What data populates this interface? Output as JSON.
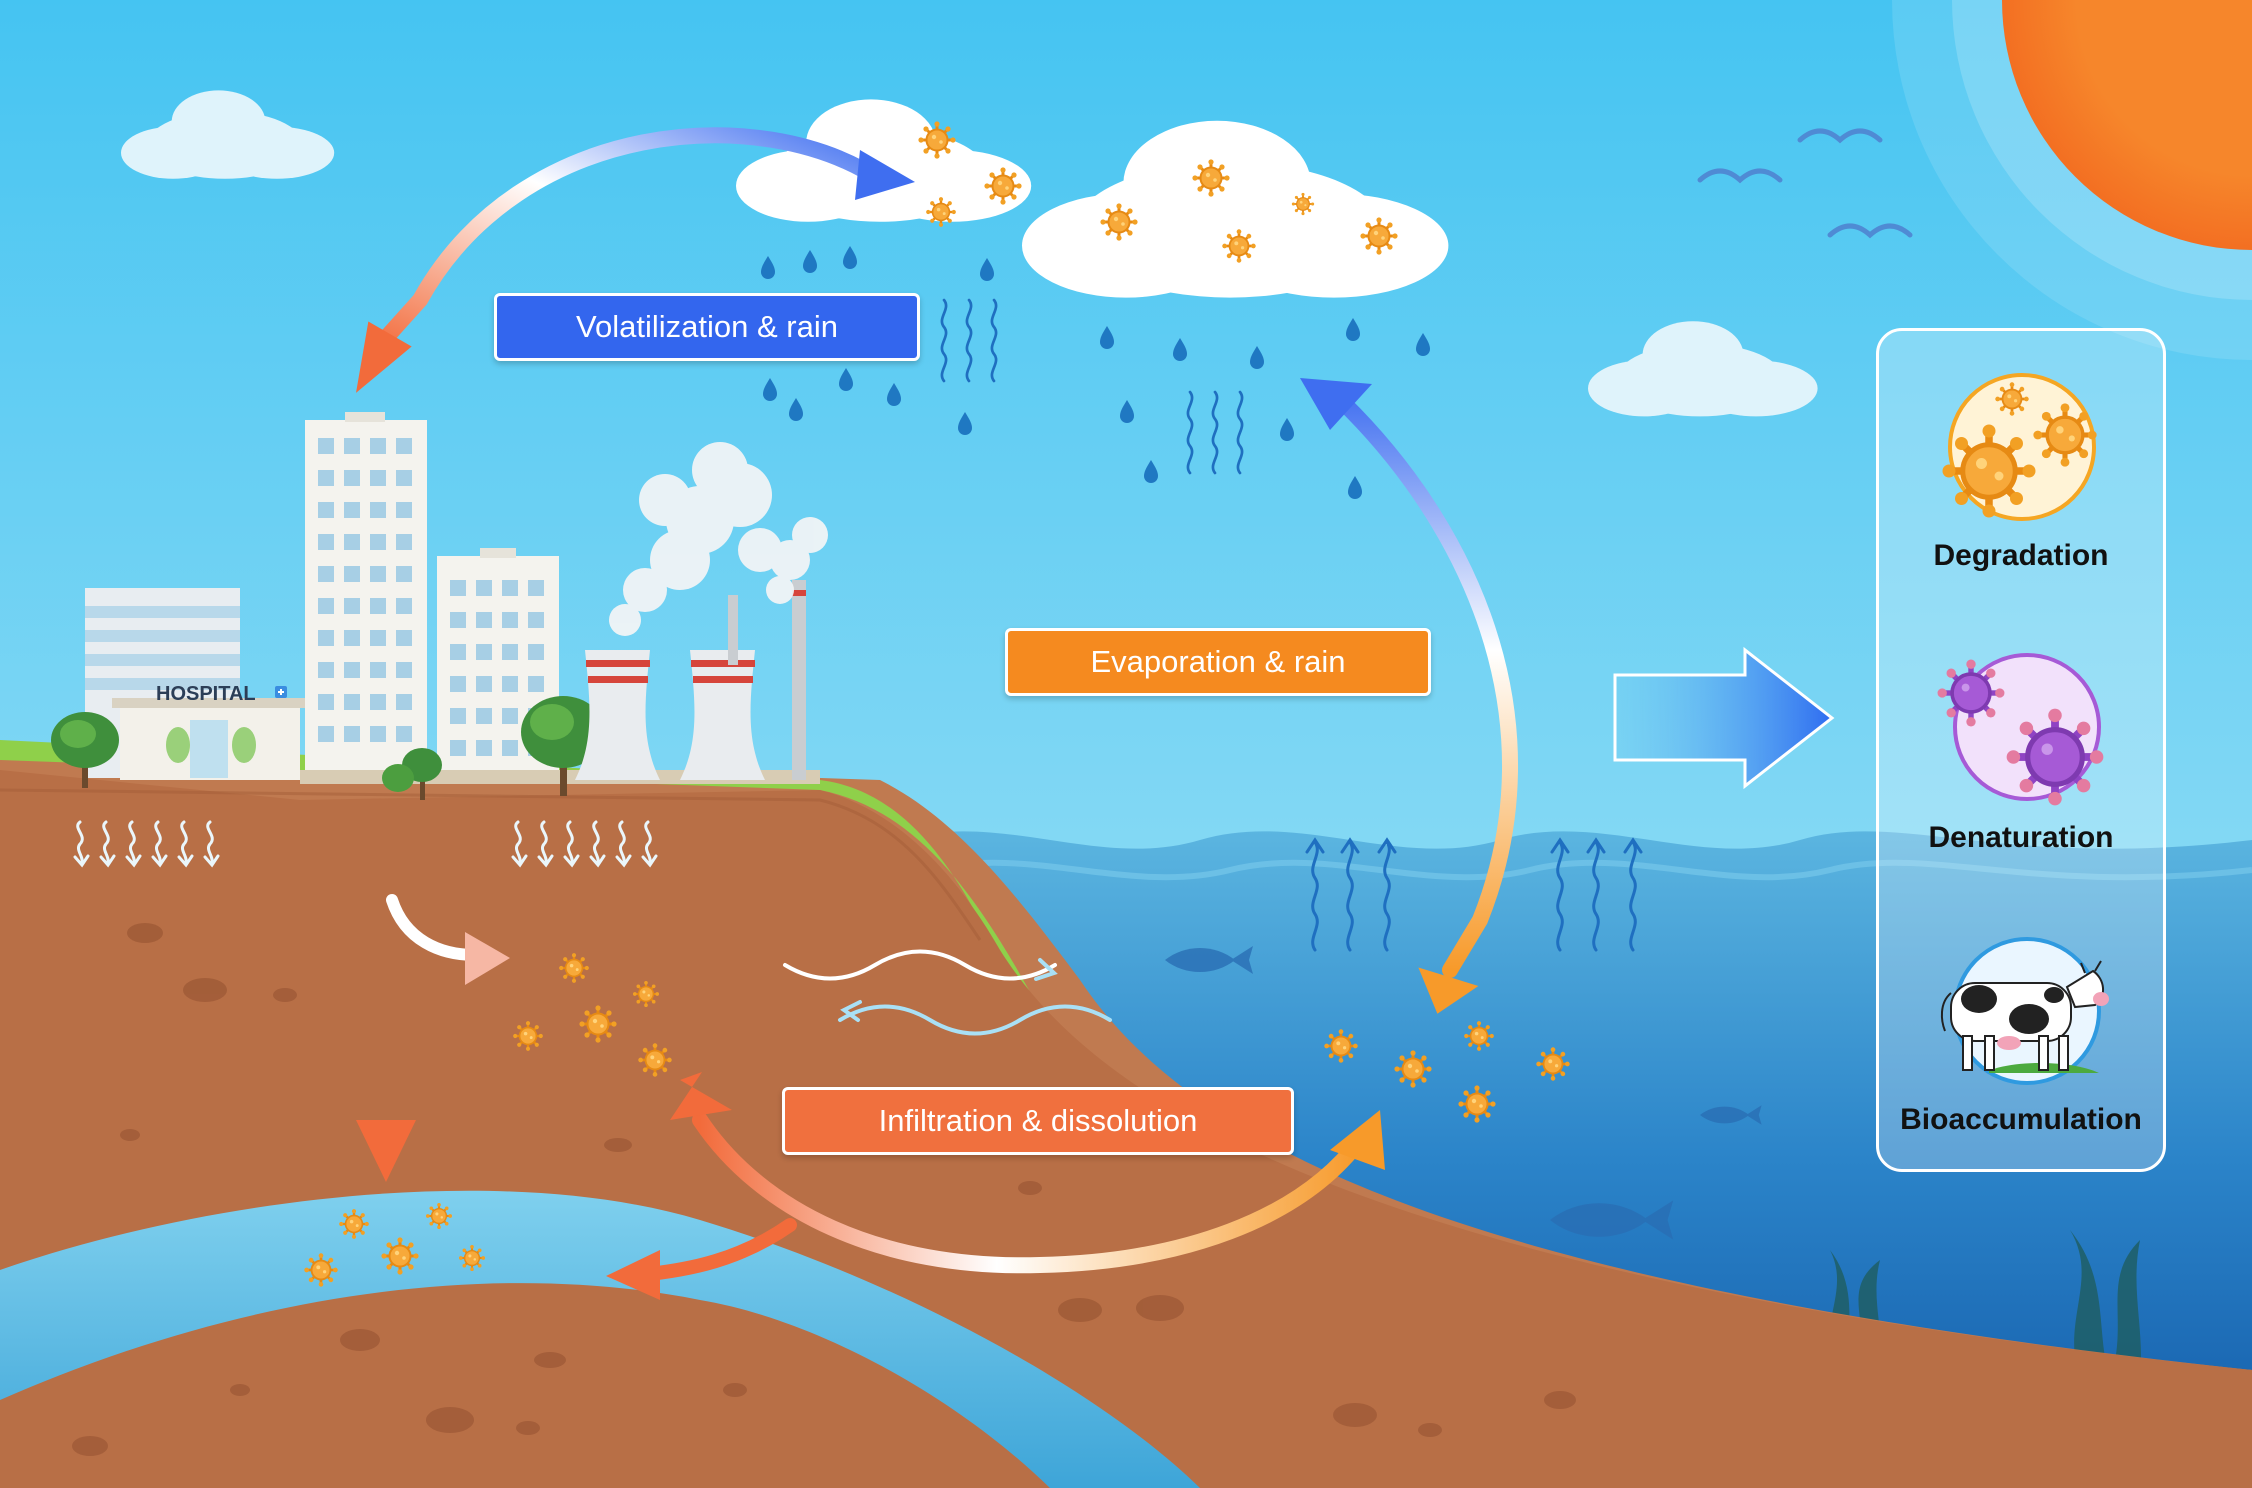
{
  "labels": {
    "volatilization": "Volatilization & rain",
    "evaporation": "Evaporation & rain",
    "infiltration": "Infiltration & dissolution"
  },
  "building_sign": "HOSPITAL",
  "outcomes": [
    {
      "label": "Degradation",
      "icon": "orange-virus-cluster-icon",
      "color": "#f5a623"
    },
    {
      "label": "Denaturation",
      "icon": "purple-virus-cluster-icon",
      "color": "#a65ad6"
    },
    {
      "label": "Bioaccumulation",
      "icon": "cow-icon",
      "color": "#2f9ae0"
    }
  ],
  "colors": {
    "sky": "#5cc8f0",
    "sun": "#f5802a",
    "sea_deep": "#1d6fba",
    "soil": "#b56d45",
    "groundwater": "#5ab8e0",
    "label_blue": "#3366ee",
    "label_orange": "#f58a1f",
    "label_red": "#f0703e"
  }
}
